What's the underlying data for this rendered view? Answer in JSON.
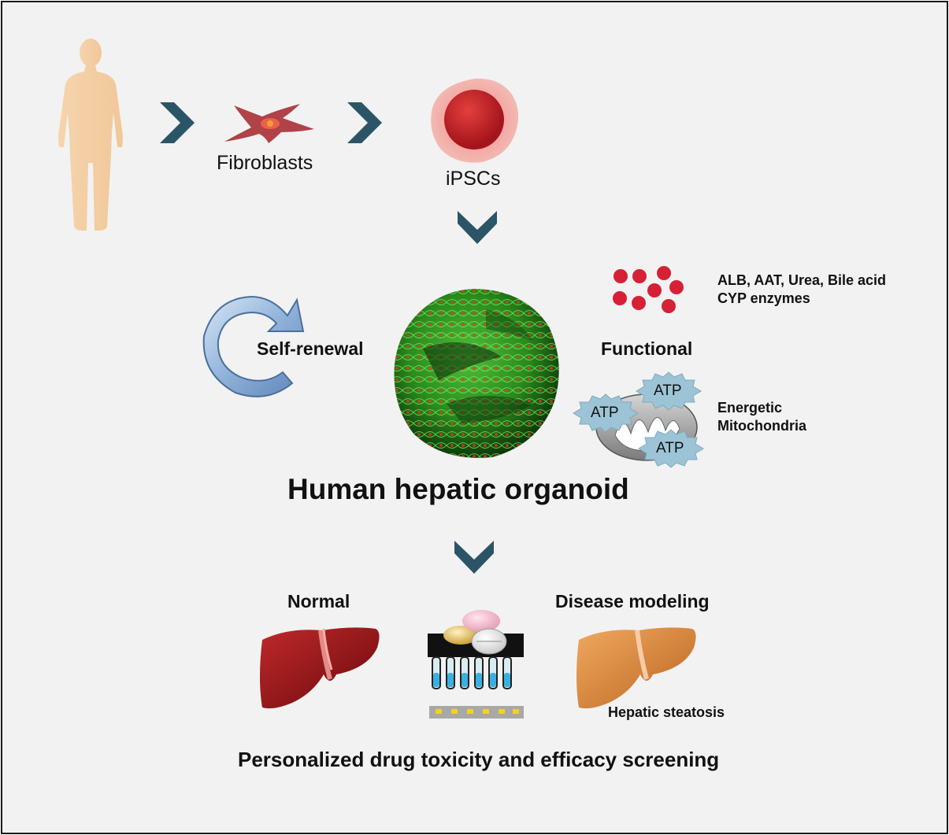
{
  "stages": {
    "fibroblasts": "Fibroblasts",
    "ipscs": "iPSCs"
  },
  "organoid": {
    "title": "Human hepatic organoid",
    "self_renewal": "Self-renewal",
    "functional": "Functional",
    "markers_line1": "ALB, AAT, Urea, Bile acid",
    "markers_line2": "CYP enzymes",
    "atp": [
      "ATP",
      "ATP",
      "ATP"
    ],
    "energetic_line1": "Energetic",
    "energetic_line2": "Mitochondria"
  },
  "applications": {
    "normal": "Normal",
    "disease": "Disease modeling",
    "steatosis": "Hepatic steatosis",
    "screening": "Personalized drug toxicity and efficacy screening"
  },
  "colors": {
    "arrow": "#2b5566",
    "human": "#f5cfa4",
    "fibroblast": "#b5474b",
    "ipsc": "#c81f25",
    "organoid": "#2d8a1f",
    "red_dots": "#d62036",
    "atp_cloud": "#9cc4d6",
    "liver_normal": "#9e1a1c",
    "liver_disease": "#d98a3c",
    "renewal_arrow": "#8fb2d9"
  }
}
